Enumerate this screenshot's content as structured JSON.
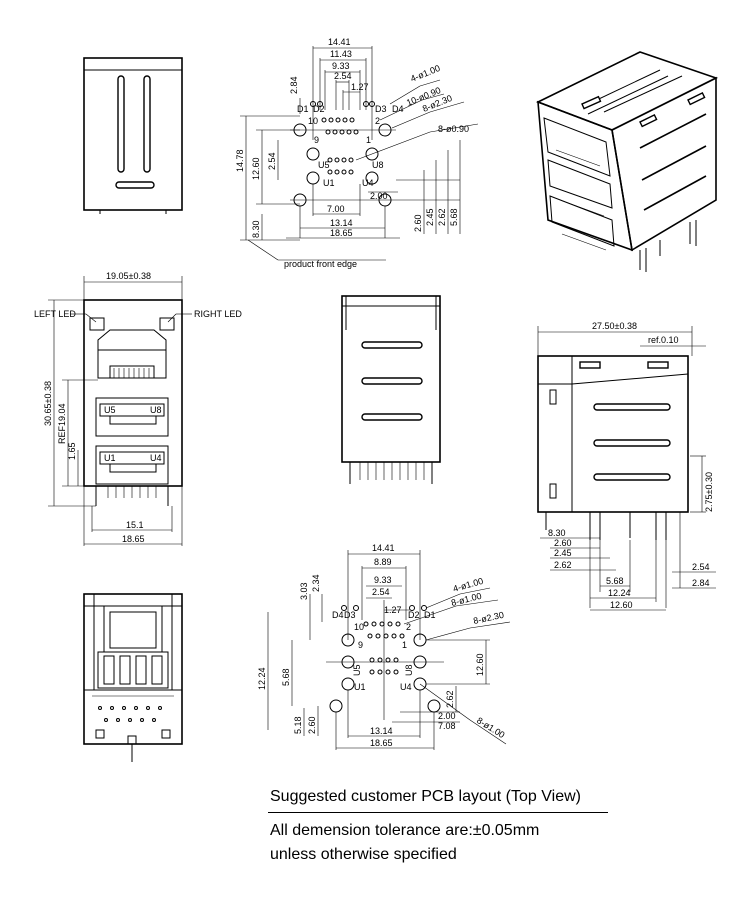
{
  "notes": {
    "title": "Suggested customer PCB layout (Top View)",
    "line1": "All demension tolerance are:±0.05mm",
    "line2": "unless otherwise specified"
  },
  "top_pcb": {
    "dims": {
      "d14_41": "14.41",
      "d11_43": "11.43",
      "d9_33": "9.33",
      "d2_54": "2.54",
      "d1_27": "1.27",
      "d2_84": "2.84",
      "d14_78": "14.78",
      "d12_60": "12.60",
      "d2_54v": "2.54",
      "d8_30": "8.30",
      "d7_00": "7.00",
      "d13_14": "13.14",
      "d18_65": "18.65",
      "d2_00": "2.00",
      "d2_60": "2.60",
      "d2_45": "2.45",
      "d2_62": "2.62",
      "d5_68": "5.68"
    },
    "callouts": {
      "c1": "4-ø1.00",
      "c2": "10-ø0.90",
      "c3": "8-ø2.30",
      "c4": "8-ø0.90"
    },
    "labels": {
      "d1": "D1",
      "d2": "D2",
      "d3": "D3",
      "d4": "D4",
      "p10": "10",
      "p9": "9",
      "p1": "1",
      "p2": "2",
      "u5": "U5",
      "u8": "U8",
      "u1": "U1",
      "u4": "U4"
    },
    "edge_note": "product front edge"
  },
  "front_view": {
    "width": "19.05±0.38",
    "left_led": "LEFT  LED",
    "right_led": "RIGHT  LED",
    "height": "30.65±0.38",
    "ref": "REF19.04",
    "d1_65": "1.65",
    "d15_1": "15.1",
    "d18_65": "18.65",
    "u5": "U5",
    "u8": "U8",
    "u1": "U1",
    "u4": "U4"
  },
  "side_view": {
    "width": "27.50±0.38",
    "ref": "ref.0.10",
    "height": "2.75±0.30",
    "d8_30": "8.30",
    "d2_60": "2.60",
    "d2_45": "2.45",
    "d2_62": "2.62",
    "d5_68": "5.68",
    "d12_24": "12.24",
    "d12_60": "12.60",
    "d2_54": "2.54",
    "d2_84": "2.84"
  },
  "bottom_pcb": {
    "dims": {
      "d14_41": "14.41",
      "d8_89": "8.89",
      "d9_33": "9.33",
      "d2_54": "2.54",
      "d1_27": "1.27",
      "d3_03": "3.03",
      "d2_34": "2.34",
      "d12_24": "12.24",
      "d5_68": "5.68",
      "d12_60": "12.60",
      "d2_62": "2.62",
      "d2_00": "2.00",
      "d7_08": "7.08",
      "d13_14": "13.14",
      "d18_65": "18.65",
      "d5_18": "5.18",
      "d2_60": "2.60"
    },
    "callouts": {
      "c1": "4-ø1.00",
      "c2": "8-ø1.00",
      "c3": "8-ø2.30",
      "c4": "8-ø1.00"
    },
    "labels": {
      "d4": "D4",
      "d3": "D3",
      "d2": "D2",
      "d1": "D1",
      "p10": "10",
      "p9": "9",
      "p1": "1",
      "p2": "2",
      "u5": "U5",
      "u8": "U8",
      "u1": "U1",
      "u4": "U4"
    }
  }
}
